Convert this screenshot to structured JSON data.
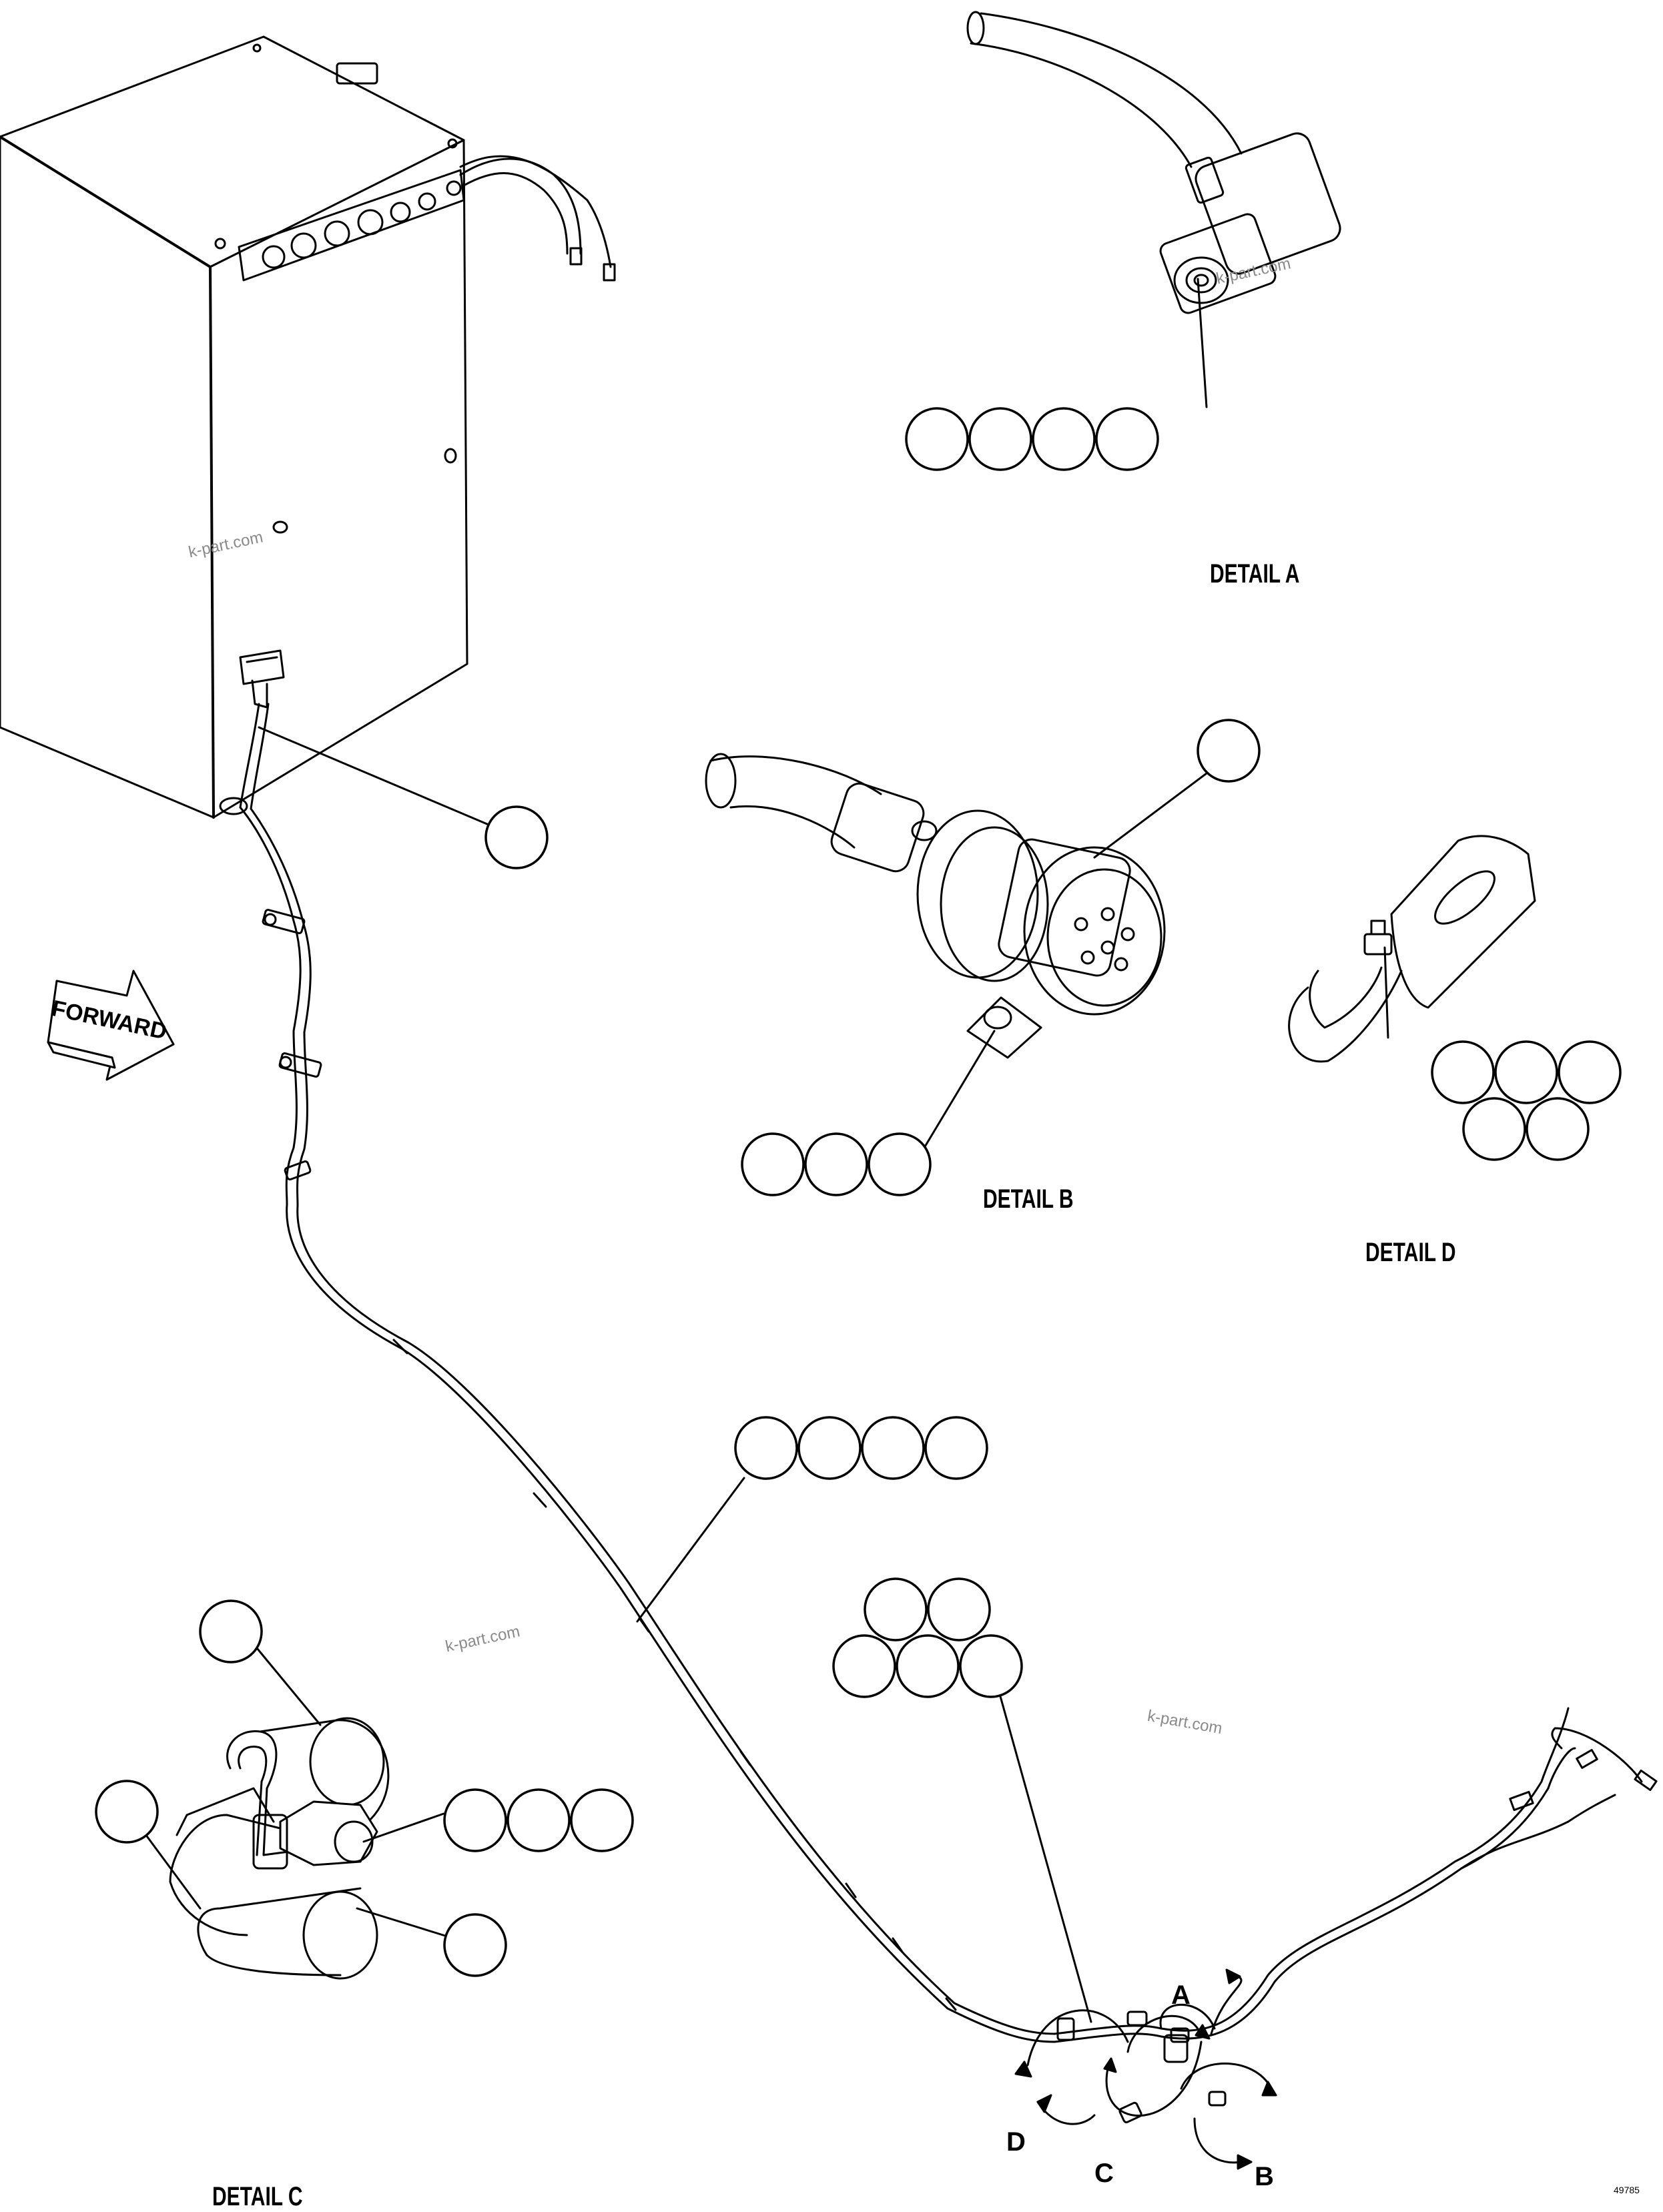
{
  "labels": {
    "detail_a": "DETAIL A",
    "detail_b": "DETAIL B",
    "detail_c": "DETAIL C",
    "detail_d": "DETAIL D",
    "forward": "FORWARD",
    "view_a": "A",
    "view_b": "B",
    "view_c": "C",
    "view_d": "D"
  },
  "watermark": "k-part.com",
  "drawing_number": "49785",
  "colors": {
    "line": "#000000",
    "background": "#ffffff",
    "watermark": "#8a8a8a"
  }
}
